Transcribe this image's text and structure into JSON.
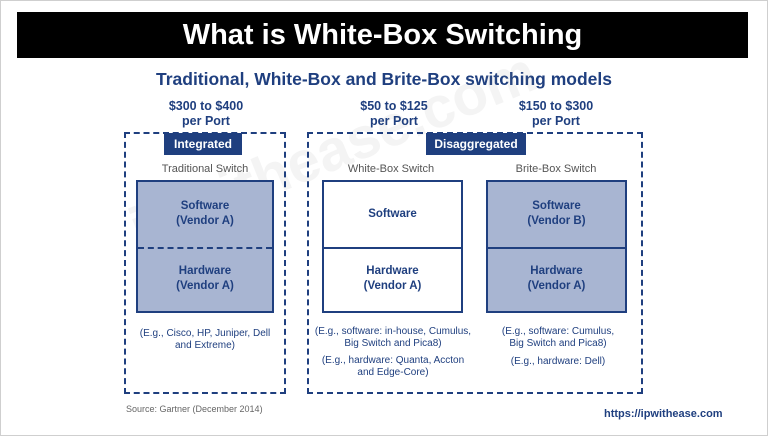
{
  "banner": {
    "title": "What is White-Box Switching"
  },
  "diagram": {
    "subtitle": "Traditional, White-Box and Brite-Box switching models",
    "watermark": "ipwithease.com",
    "prices": {
      "traditional": "$300 to $400\nper Port",
      "whitebox": "$50 to $125\nper Port",
      "britebox": "$150 to $300\nper Port"
    },
    "tags": {
      "integrated": "Integrated",
      "disaggregated": "Disaggregated"
    },
    "panels": {
      "traditional": {
        "label": "Traditional Switch",
        "software": "Software\n(Vendor A)",
        "hardware": "Hardware\n(Vendor A)",
        "note1": "(E.g., Cisco, HP, Juniper, Dell\nand Extreme)"
      },
      "whitebox": {
        "label": "White-Box Switch",
        "software": "Software",
        "hardware": "Hardware\n(Vendor A)",
        "note1": "(E.g., software: in-house, Cumulus,\nBig Switch and Pica8)",
        "note2": "(E.g., hardware: Quanta, Accton\nand Edge-Core)"
      },
      "britebox": {
        "label": "Brite-Box Switch",
        "software": "Software\n(Vendor B)",
        "hardware": "Hardware\n(Vendor A)",
        "note1": "(E.g., software: Cumulus,\nBig Switch and Pica8)",
        "note2": "(E.g., hardware: Dell)"
      }
    },
    "source": "Source: Gartner (December 2014)",
    "url": "https://ipwithease.com"
  },
  "colors": {
    "navy": "#1f3f7f",
    "fill": "#a8b5d2"
  }
}
